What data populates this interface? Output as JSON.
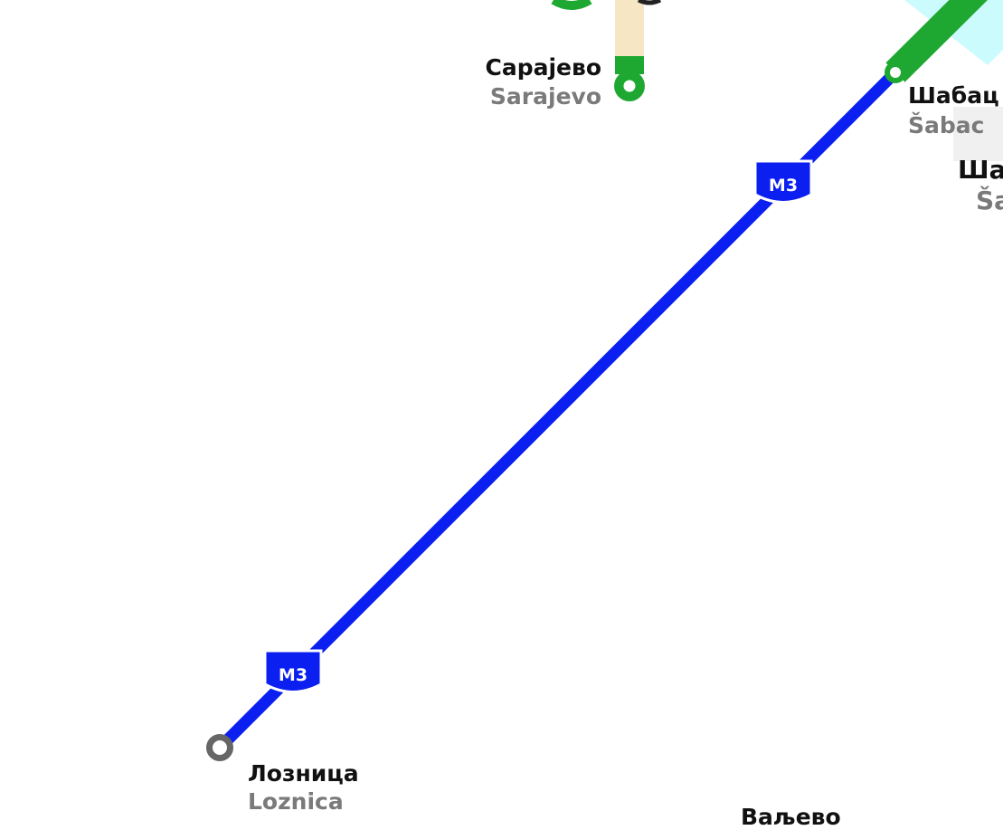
{
  "stations": {
    "sarajevo": {
      "cyrillic": "Сарајево",
      "latin": "Sarajevo"
    },
    "sabac": {
      "cyrillic": "Шабац",
      "latin": "Šabac"
    },
    "sabac_secondary": {
      "cyrillic": "Ша",
      "latin": "Ša"
    },
    "loznica": {
      "cyrillic": "Лозница",
      "latin": "Loznica"
    },
    "valjevo_partial": {
      "cyrillic": "Ваљево"
    }
  },
  "lines": {
    "m3": {
      "label": "M3",
      "color": "#0a1ff0"
    },
    "green": {
      "color": "#1ea832"
    },
    "beige": {
      "color": "#f7e6c4"
    },
    "cyan_area": {
      "color": "#ccfbfd"
    },
    "terminus_color": "#666666"
  }
}
